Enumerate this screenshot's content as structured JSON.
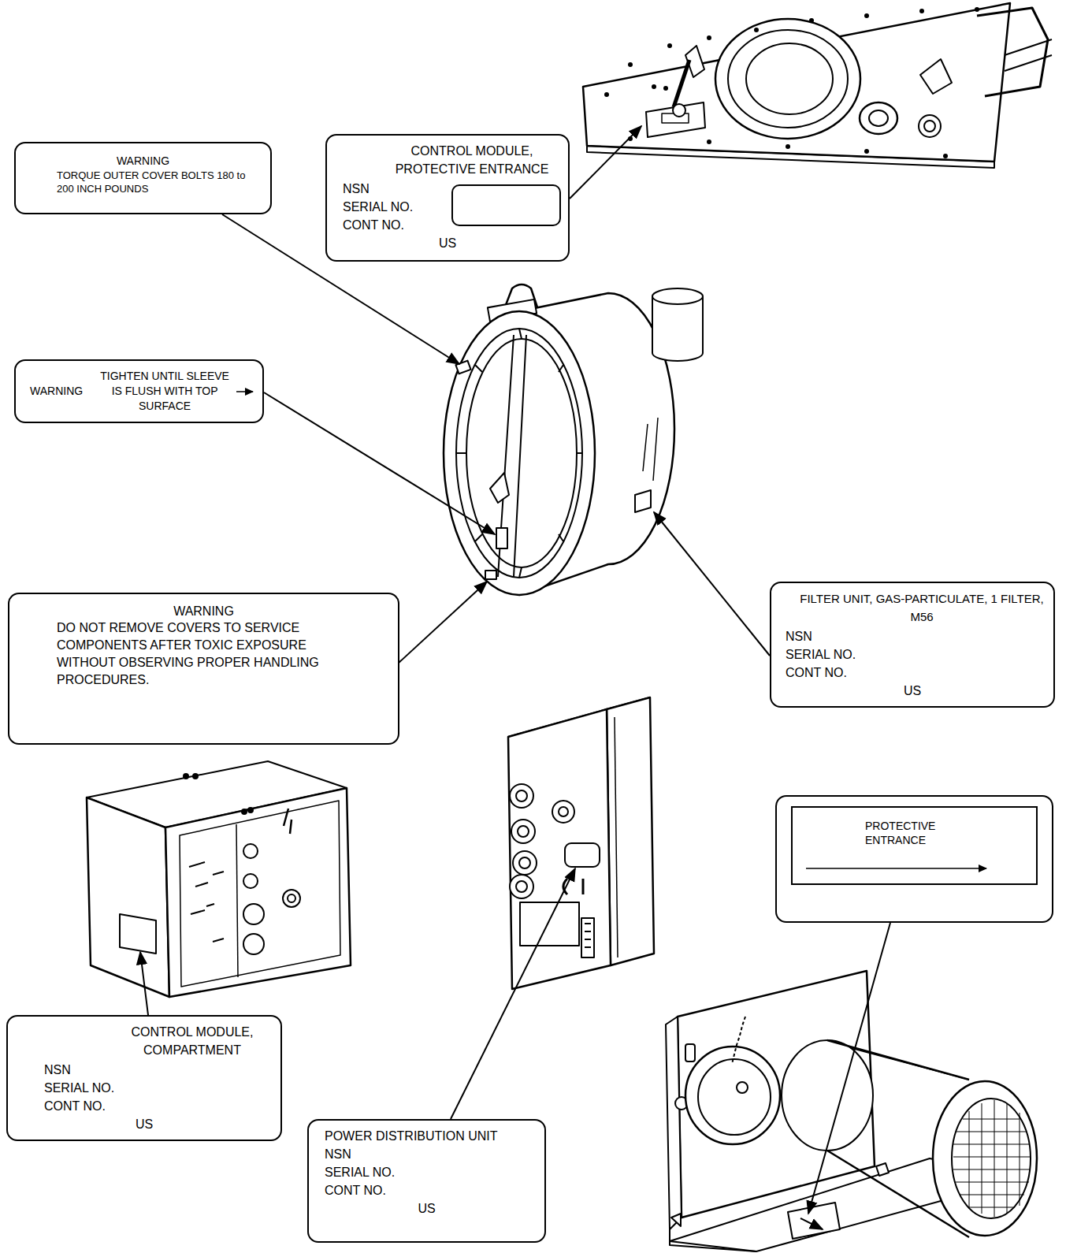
{
  "diagram": {
    "nodes": [
      {
        "text": [
          "WARNING",
          "TORQUE OUTER COVER BOLTS 180 to 200 INCH POUNDS"
        ]
      },
      {
        "text": [
          "CONTROL MODULE, PROTECTIVE ENTRANCE",
          "NSN",
          "SERIAL NO.",
          "CONT NO.",
          "US"
        ]
      },
      {
        "text": [
          "WARNING",
          "TIGHTEN UNTIL SLEEVE IS FLUSH WITH TOP SURFACE"
        ]
      },
      {
        "text": [
          "WARNING",
          "DO NOT REMOVE COVERS TO SERVICE COMPONENTS AFTER TOXIC EXPOSURE WITHOUT OBSERVING PROPER HANDLING PROCEDURES."
        ]
      },
      {
        "text": [
          "FILTER UNIT, GAS-PARTICULATE, 1 FILTER, M56",
          "NSN",
          "SERIAL NO.",
          "CONT NO.",
          "US"
        ]
      },
      {
        "text": [
          "PROTECTIVE ENTRANCE"
        ]
      },
      {
        "text": [
          "CONTROL MODULE, COMPARTMENT",
          "NSN",
          "SERIAL NO.",
          "CONT NO.",
          "US"
        ]
      },
      {
        "text": [
          "POWER DISTRIBUTION UNIT",
          "NSN",
          "SERIAL NO.",
          "CONT NO.",
          "US"
        ]
      }
    ]
  }
}
